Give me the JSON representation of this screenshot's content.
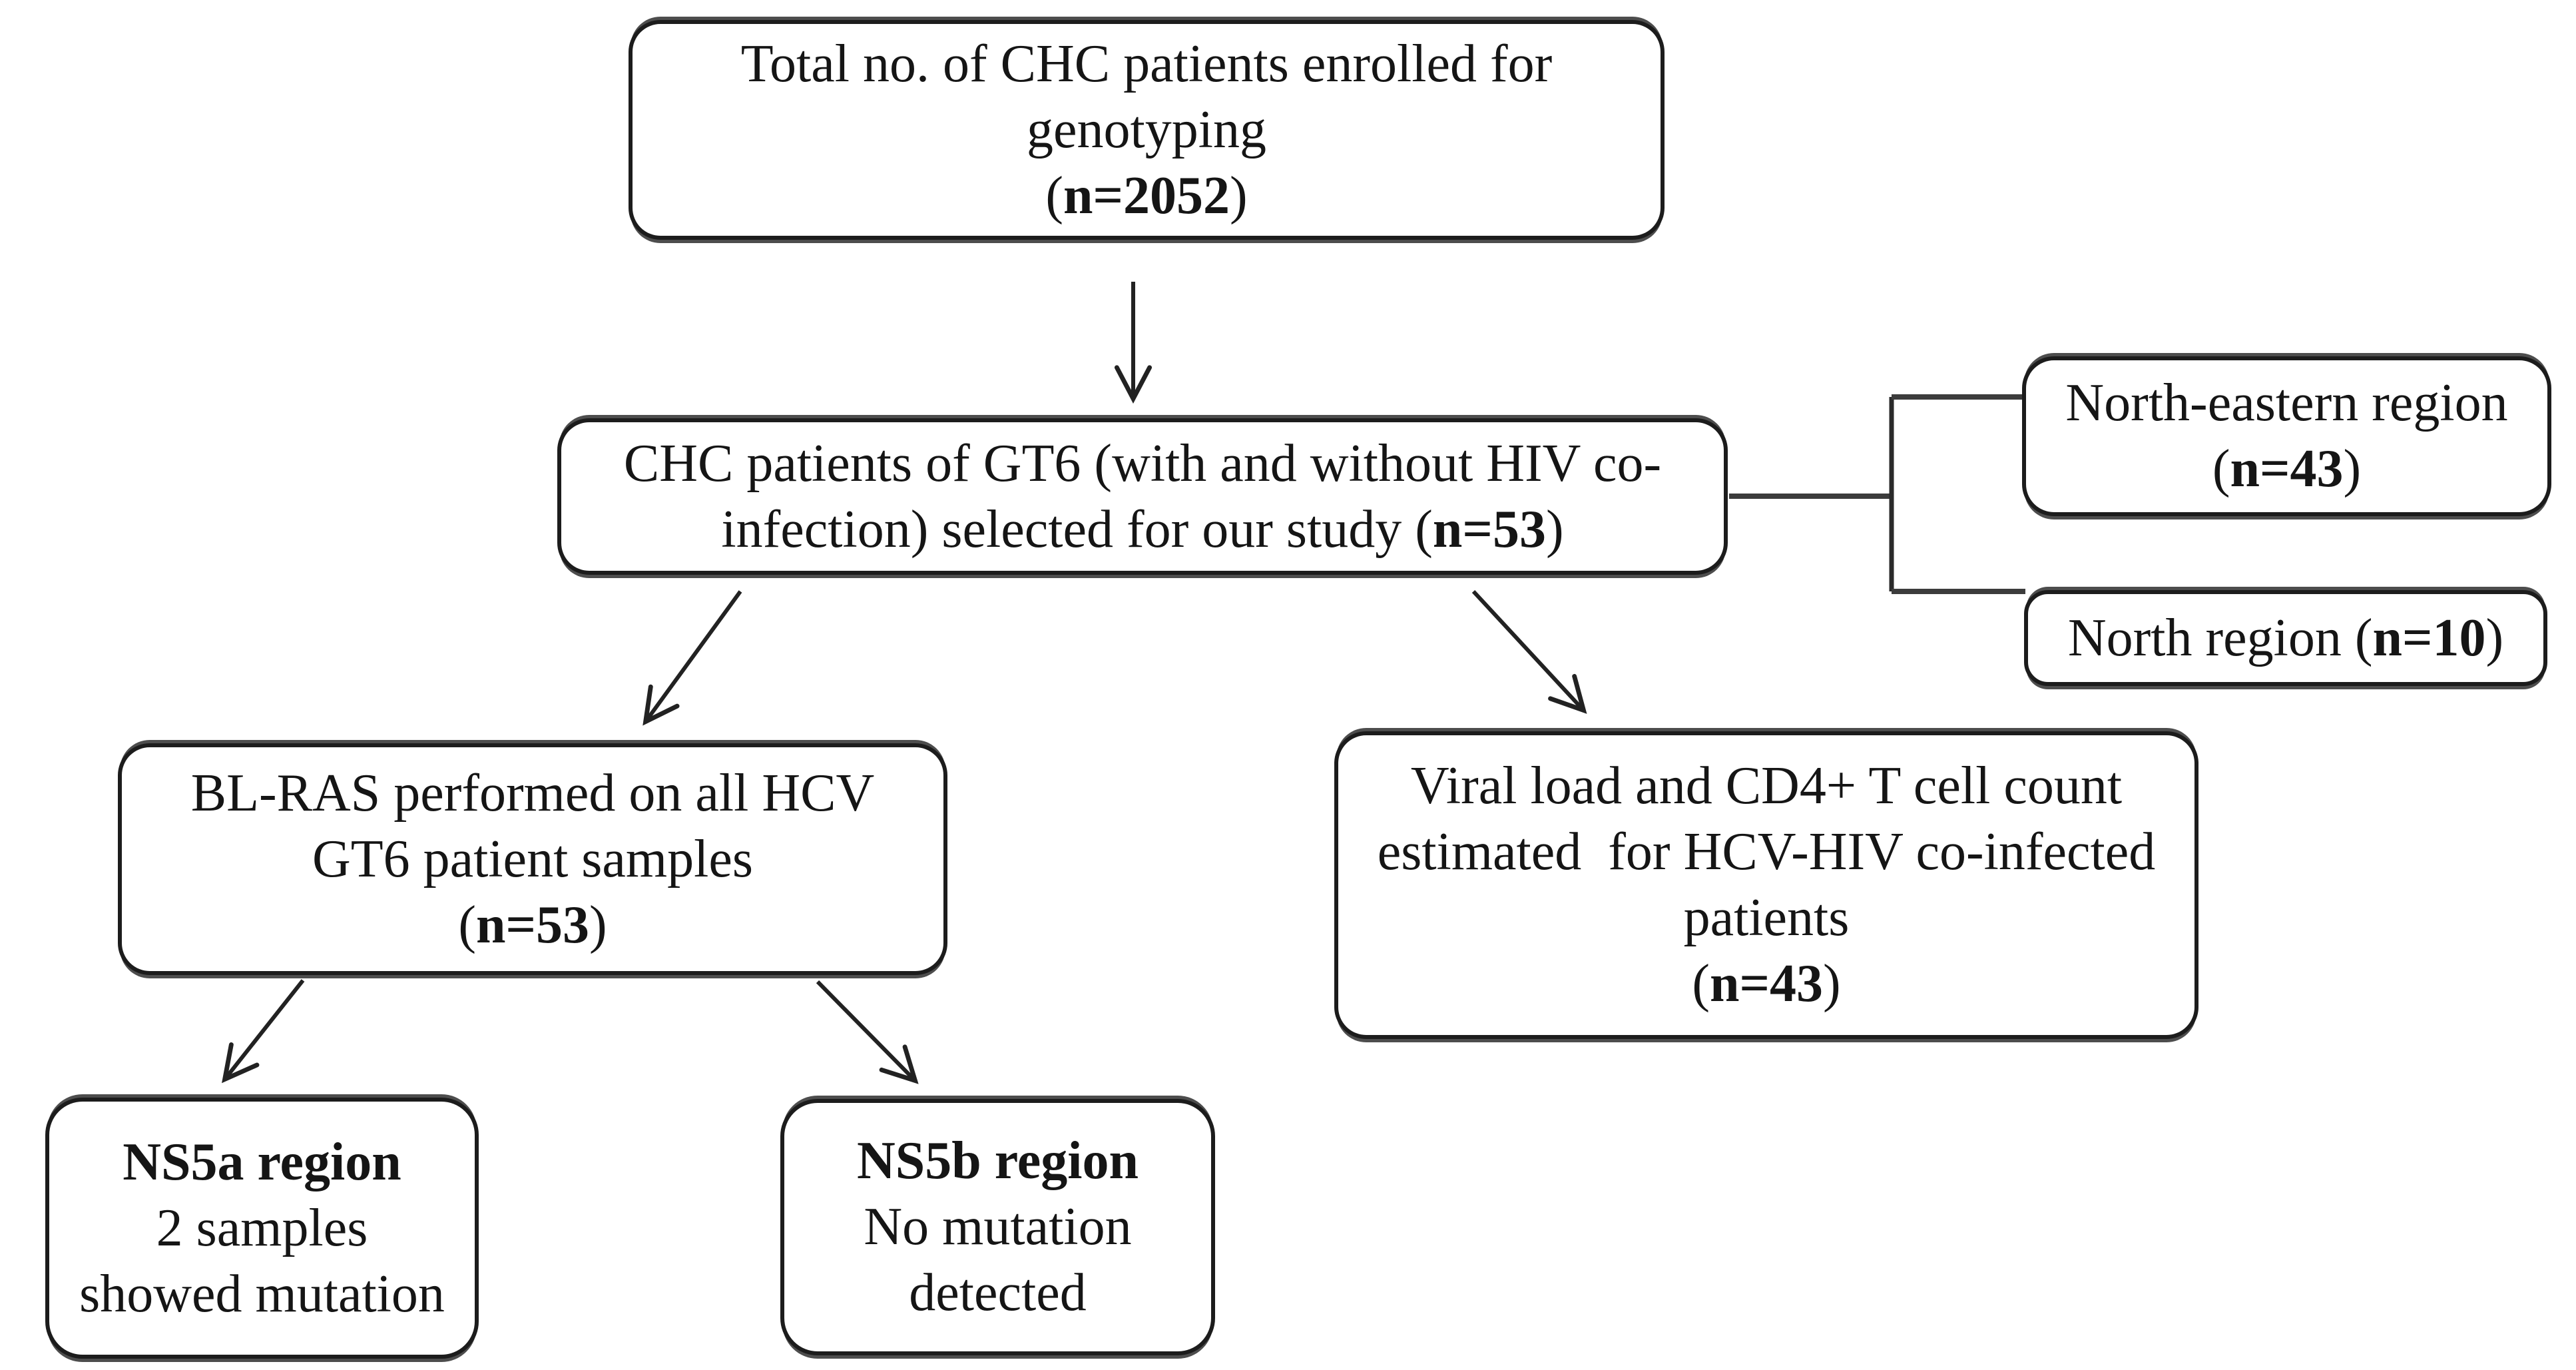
{
  "figure": {
    "type": "patient-flow-diagram",
    "background_color": "#ffffff",
    "ink_color": "#1c1c1c",
    "connector_color": "#3c3c3c"
  },
  "nodes": {
    "total": {
      "lines": [
        {
          "pre": "Total no. of CHC patients enrolled for",
          "bold": "",
          "post": ""
        },
        {
          "pre": "genotyping",
          "bold": "",
          "post": ""
        },
        {
          "pre": "(",
          "bold": "n=2052",
          "post": ")"
        }
      ]
    },
    "gt6": {
      "lines": [
        {
          "pre": "CHC patients of GT6 (with and without HIV co-",
          "bold": "",
          "post": ""
        },
        {
          "pre": "infection) selected for our study (",
          "bold": "n=53",
          "post": ")"
        }
      ]
    },
    "northeastern": {
      "lines": [
        {
          "pre": "North-eastern region",
          "bold": "",
          "post": ""
        },
        {
          "pre": "(",
          "bold": "n=43",
          "post": ")"
        }
      ]
    },
    "north": {
      "lines": [
        {
          "pre": "North region (",
          "bold": "n=10",
          "post": ")"
        }
      ]
    },
    "blras": {
      "lines": [
        {
          "pre": "BL-RAS performed on all HCV",
          "bold": "",
          "post": ""
        },
        {
          "pre": "GT6 patient samples",
          "bold": "",
          "post": ""
        },
        {
          "pre": "(",
          "bold": "n=53",
          "post": ")"
        }
      ]
    },
    "viral": {
      "lines": [
        {
          "pre": "Viral load and CD4+ T cell count",
          "bold": "",
          "post": ""
        },
        {
          "pre": "estimated  for HCV-HIV co-infected",
          "bold": "",
          "post": ""
        },
        {
          "pre": "patients",
          "bold": "",
          "post": ""
        },
        {
          "pre": "(",
          "bold": "n=43",
          "post": ")"
        }
      ]
    },
    "ns5a": {
      "lines": [
        {
          "pre": "",
          "bold": "NS5a region",
          "post": ""
        },
        {
          "pre": "2 samples",
          "bold": "",
          "post": ""
        },
        {
          "pre": "showed mutation",
          "bold": "",
          "post": ""
        }
      ]
    },
    "ns5b": {
      "lines": [
        {
          "pre": "",
          "bold": "NS5b region",
          "post": ""
        },
        {
          "pre": "No mutation",
          "bold": "",
          "post": ""
        },
        {
          "pre": "detected",
          "bold": "",
          "post": ""
        }
      ]
    }
  }
}
